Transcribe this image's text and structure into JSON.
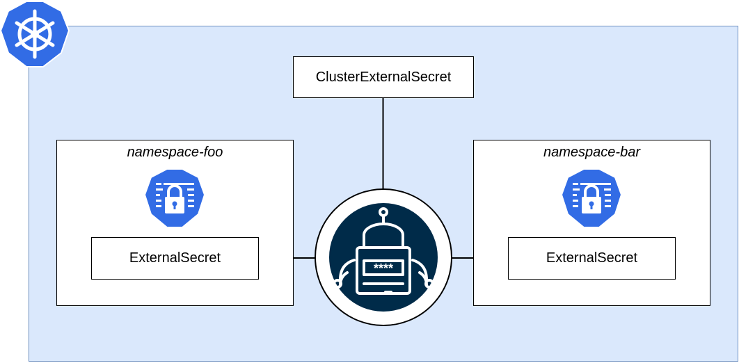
{
  "cluster": {
    "icon": "kubernetes-helm-icon",
    "border_color": "#6c8ebf",
    "fill_color": "#dae8fc"
  },
  "cluster_external_secret": {
    "label": "ClusterExternalSecret"
  },
  "namespaces": [
    {
      "title": "namespace-foo",
      "icon": "secret-lock-icon",
      "external_secret_label": "ExternalSecret"
    },
    {
      "title": "namespace-bar",
      "icon": "secret-lock-icon",
      "external_secret_label": "ExternalSecret"
    }
  ],
  "operator": {
    "icon": "robot-password-icon",
    "password_text": "****",
    "badge_color": "#002b49"
  },
  "accent_blue": "#326ce5"
}
